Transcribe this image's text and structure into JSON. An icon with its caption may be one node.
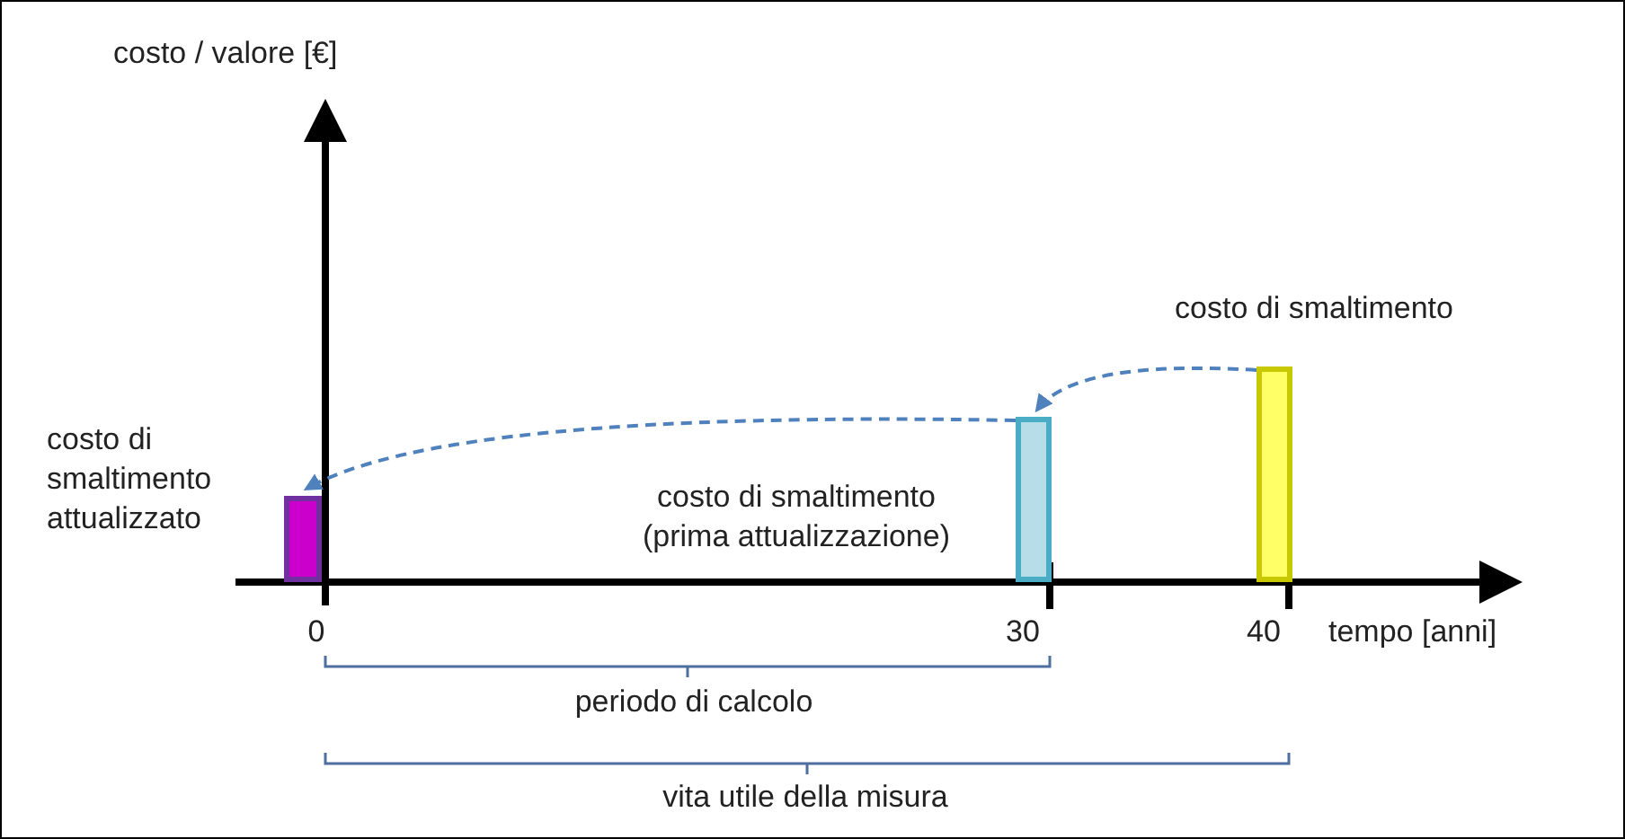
{
  "diagram": {
    "nodes": [
      {
        "text": [],
        "shape": "bar",
        "beside": [
          "costo di smaltimento attualizzato"
        ]
      },
      {
        "text": [],
        "shape": "bar",
        "beside": [
          "costo di smaltimento (prima attualizzazione)"
        ]
      },
      {
        "text": [],
        "shape": "bar",
        "beside": [
          "costo di smaltimento"
        ]
      }
    ],
    "edges": [
      {
        "from": 2,
        "to": 1,
        "arrow": "to",
        "style": "dashed"
      },
      {
        "from": 1,
        "to": 0,
        "arrow": "to",
        "style": "dashed"
      }
    ],
    "labels": [
      "costo / valore [€]",
      "0",
      "30",
      "40",
      "tempo [anni]",
      "periodo di calcolo",
      "vita utile della misura"
    ]
  }
}
